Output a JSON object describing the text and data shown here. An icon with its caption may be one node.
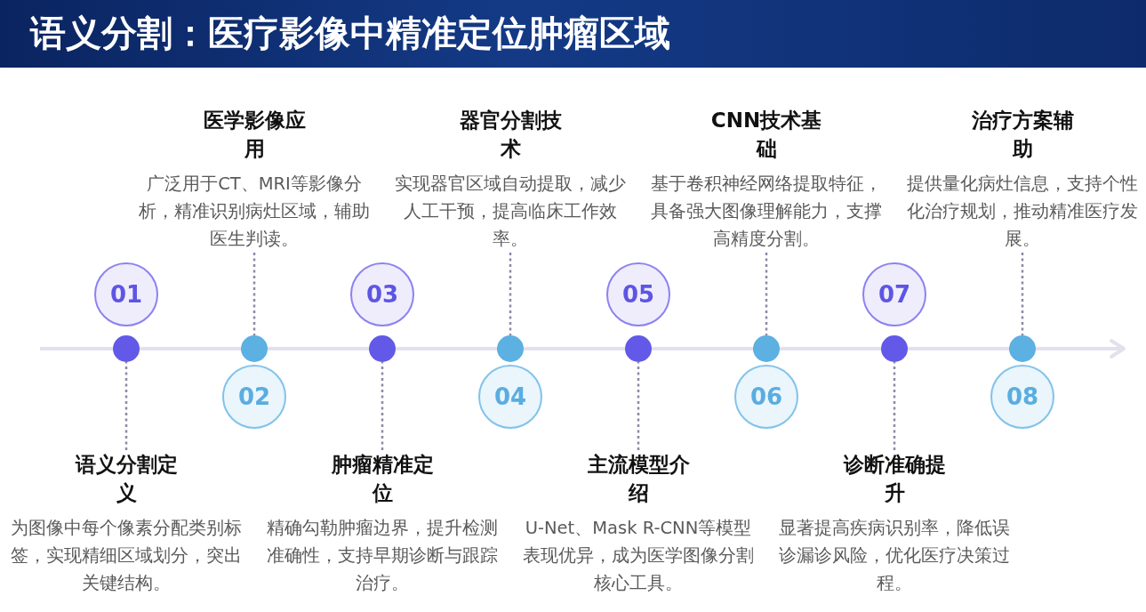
{
  "diagram": {
    "title": "语义分割：医疗影像中精准定位肿瘤区域",
    "nodes": [
      {
        "text": [
          "01"
        ]
      },
      {
        "text": [],
        "shape": "circle"
      },
      {
        "text": [
          "语义分割定义",
          "为图像中每个像素分配类别标签，实现精细区域划分，突出关键结构。"
        ]
      },
      {
        "text": [
          "02"
        ]
      },
      {
        "text": [],
        "shape": "circle"
      },
      {
        "text": [
          "医学影像应用",
          "广泛用于CT、MRI等影像分析，精准识别病灶区域，辅助医生判读。"
        ]
      },
      {
        "text": [
          "03"
        ]
      },
      {
        "text": [],
        "shape": "circle"
      },
      {
        "text": [
          "肿瘤精准定位",
          "精确勾勒肿瘤边界，提升检测准确性，支持早期诊断与跟踪治疗。"
        ]
      },
      {
        "text": [
          "04"
        ]
      },
      {
        "text": [],
        "shape": "circle"
      },
      {
        "text": [
          "器官分割技术",
          "实现器官区域自动提取，减少人工干预，提高临床工作效率。"
        ]
      },
      {
        "text": [
          "05"
        ]
      },
      {
        "text": [],
        "shape": "circle"
      },
      {
        "text": [
          "主流模型介绍",
          "U-Net、Mask R-CNN等模型表现优异，成为医学图像分割核心工具。"
        ]
      },
      {
        "text": [
          "06"
        ]
      },
      {
        "text": [],
        "shape": "circle"
      },
      {
        "text": [
          "CNN技术基础",
          "基于卷积神经网络提取特征，具备强大图像理解能力，支撑高精度分割。"
        ]
      },
      {
        "text": [
          "07"
        ]
      },
      {
        "text": [],
        "shape": "circle"
      },
      {
        "text": [
          "诊断准确提升",
          "显著提高疾病识别率，降低误诊漏诊风险，优化医疗决策过程。"
        ]
      },
      {
        "text": [
          "08"
        ]
      },
      {
        "text": [],
        "shape": "circle"
      },
      {
        "text": [
          "治疗方案辅助",
          "提供量化病灶信息，支持个性化治疗规划，推动精准医疗发展。"
        ]
      }
    ],
    "edges": [
      {
        "from": 2,
        "to": 1,
        "arrow": "none",
        "style": "dashed"
      },
      {
        "from": 5,
        "to": 4,
        "arrow": "none",
        "style": "dashed"
      },
      {
        "from": 8,
        "to": 7,
        "arrow": "none",
        "style": "dashed"
      },
      {
        "from": 11,
        "to": 10,
        "arrow": "none",
        "style": "dashed"
      },
      {
        "from": 14,
        "to": 13,
        "arrow": "none",
        "style": "dashed"
      },
      {
        "from": 17,
        "to": 16,
        "arrow": "none",
        "style": "dashed"
      },
      {
        "from": 20,
        "to": 19,
        "arrow": "none",
        "style": "dashed"
      },
      {
        "from": 23,
        "to": 22,
        "arrow": "none",
        "style": "dashed"
      }
    ]
  }
}
